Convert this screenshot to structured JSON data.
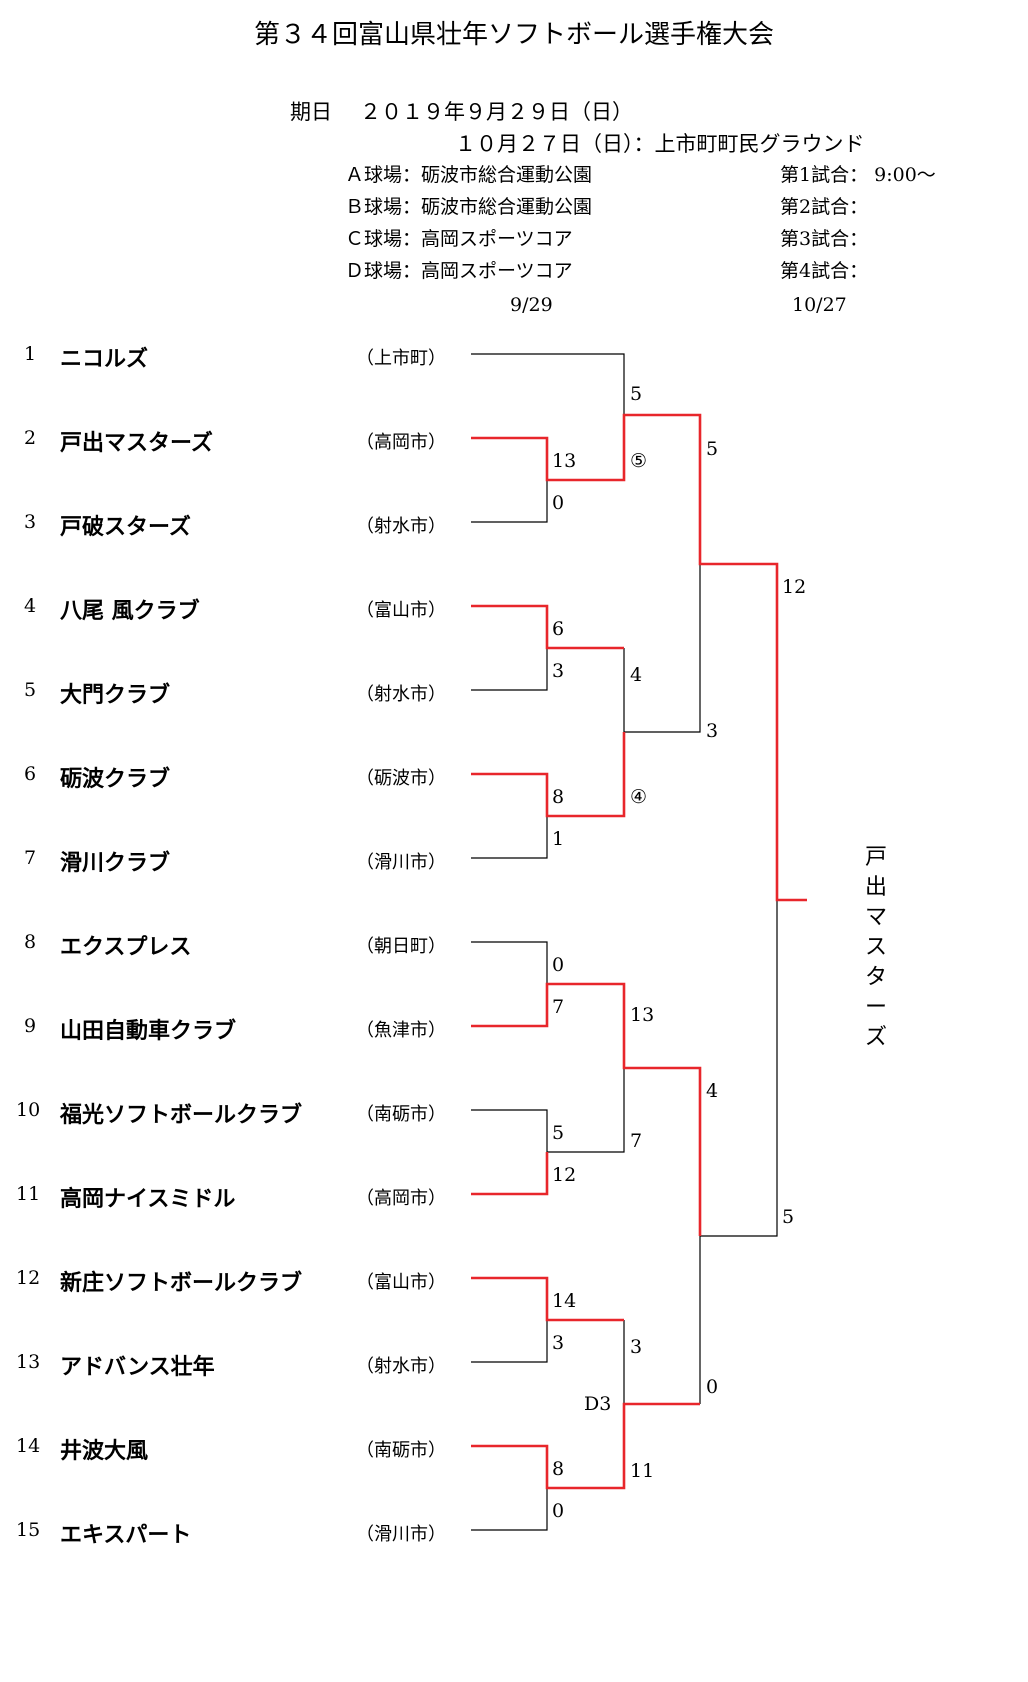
{
  "title": "第３４回富山県壮年ソフトボール選手権大会",
  "schedule": {
    "label": "期日",
    "date1": "２０１９年９月２９日（日）",
    "date2": "１０月２７日（日）：上市町町民グラウンド"
  },
  "venues": [
    "Ａ球場：砺波市総合運動公園",
    "Ｂ球場：砺波市総合運動公園",
    "Ｃ球場：高岡スポーツコア",
    "Ｄ球場：高岡スポーツコア"
  ],
  "matches": [
    "第1試合：  9:00～",
    "第2試合：",
    "第3試合：",
    "第4試合："
  ],
  "round_dates": [
    "9/29",
    "10/27"
  ],
  "teams": [
    {
      "no": "1",
      "name": "ニコルズ",
      "city": "（上市町）"
    },
    {
      "no": "2",
      "name": "戸出マスターズ",
      "city": "（高岡市）"
    },
    {
      "no": "3",
      "name": "戸破スターズ",
      "city": "（射水市）"
    },
    {
      "no": "4",
      "name": "八尾 風クラブ",
      "city": "（富山市）"
    },
    {
      "no": "5",
      "name": "大門クラブ",
      "city": "（射水市）"
    },
    {
      "no": "6",
      "name": "砺波クラブ",
      "city": "（砺波市）"
    },
    {
      "no": "7",
      "name": "滑川クラブ",
      "city": "（滑川市）"
    },
    {
      "no": "8",
      "name": "エクスプレス",
      "city": "（朝日町）"
    },
    {
      "no": "9",
      "name": "山田自動車クラブ",
      "city": "（魚津市）"
    },
    {
      "no": "10",
      "name": "福光ソフトボールクラブ",
      "city": "（南砺市）"
    },
    {
      "no": "11",
      "name": "高岡ナイスミドル",
      "city": "（高岡市）"
    },
    {
      "no": "12",
      "name": "新庄ソフトボールクラブ",
      "city": "（富山市）"
    },
    {
      "no": "13",
      "name": "アドバンス壮年",
      "city": "（射水市）"
    },
    {
      "no": "14",
      "name": "井波大風",
      "city": "（南砺市）"
    },
    {
      "no": "15",
      "name": "エキスパート",
      "city": "（滑川市）"
    }
  ],
  "scores": {
    "r1_2v3": [
      "13",
      "0"
    ],
    "r1_4v5": [
      "6",
      "3"
    ],
    "r1_6v7": [
      "8",
      "1"
    ],
    "r1_8v9": [
      "0",
      "7"
    ],
    "r1_10v11": [
      "5",
      "12"
    ],
    "r1_12v13": [
      "14",
      "3"
    ],
    "r1_14v15": [
      "8",
      "0"
    ],
    "r2_a": [
      "5",
      "⑤"
    ],
    "r2_b": [
      "4",
      "④"
    ],
    "r2_c": [
      "13",
      "7"
    ],
    "r2_d": [
      "3",
      "11"
    ],
    "r2_d_label": "D3",
    "r3_top": [
      "5",
      "3"
    ],
    "r3_bottom": [
      "4",
      "0"
    ],
    "final": [
      "12",
      "5"
    ]
  },
  "champion": "戸出マスターズ",
  "colors": {
    "win_line": "#e8262b",
    "line": "#000000"
  }
}
